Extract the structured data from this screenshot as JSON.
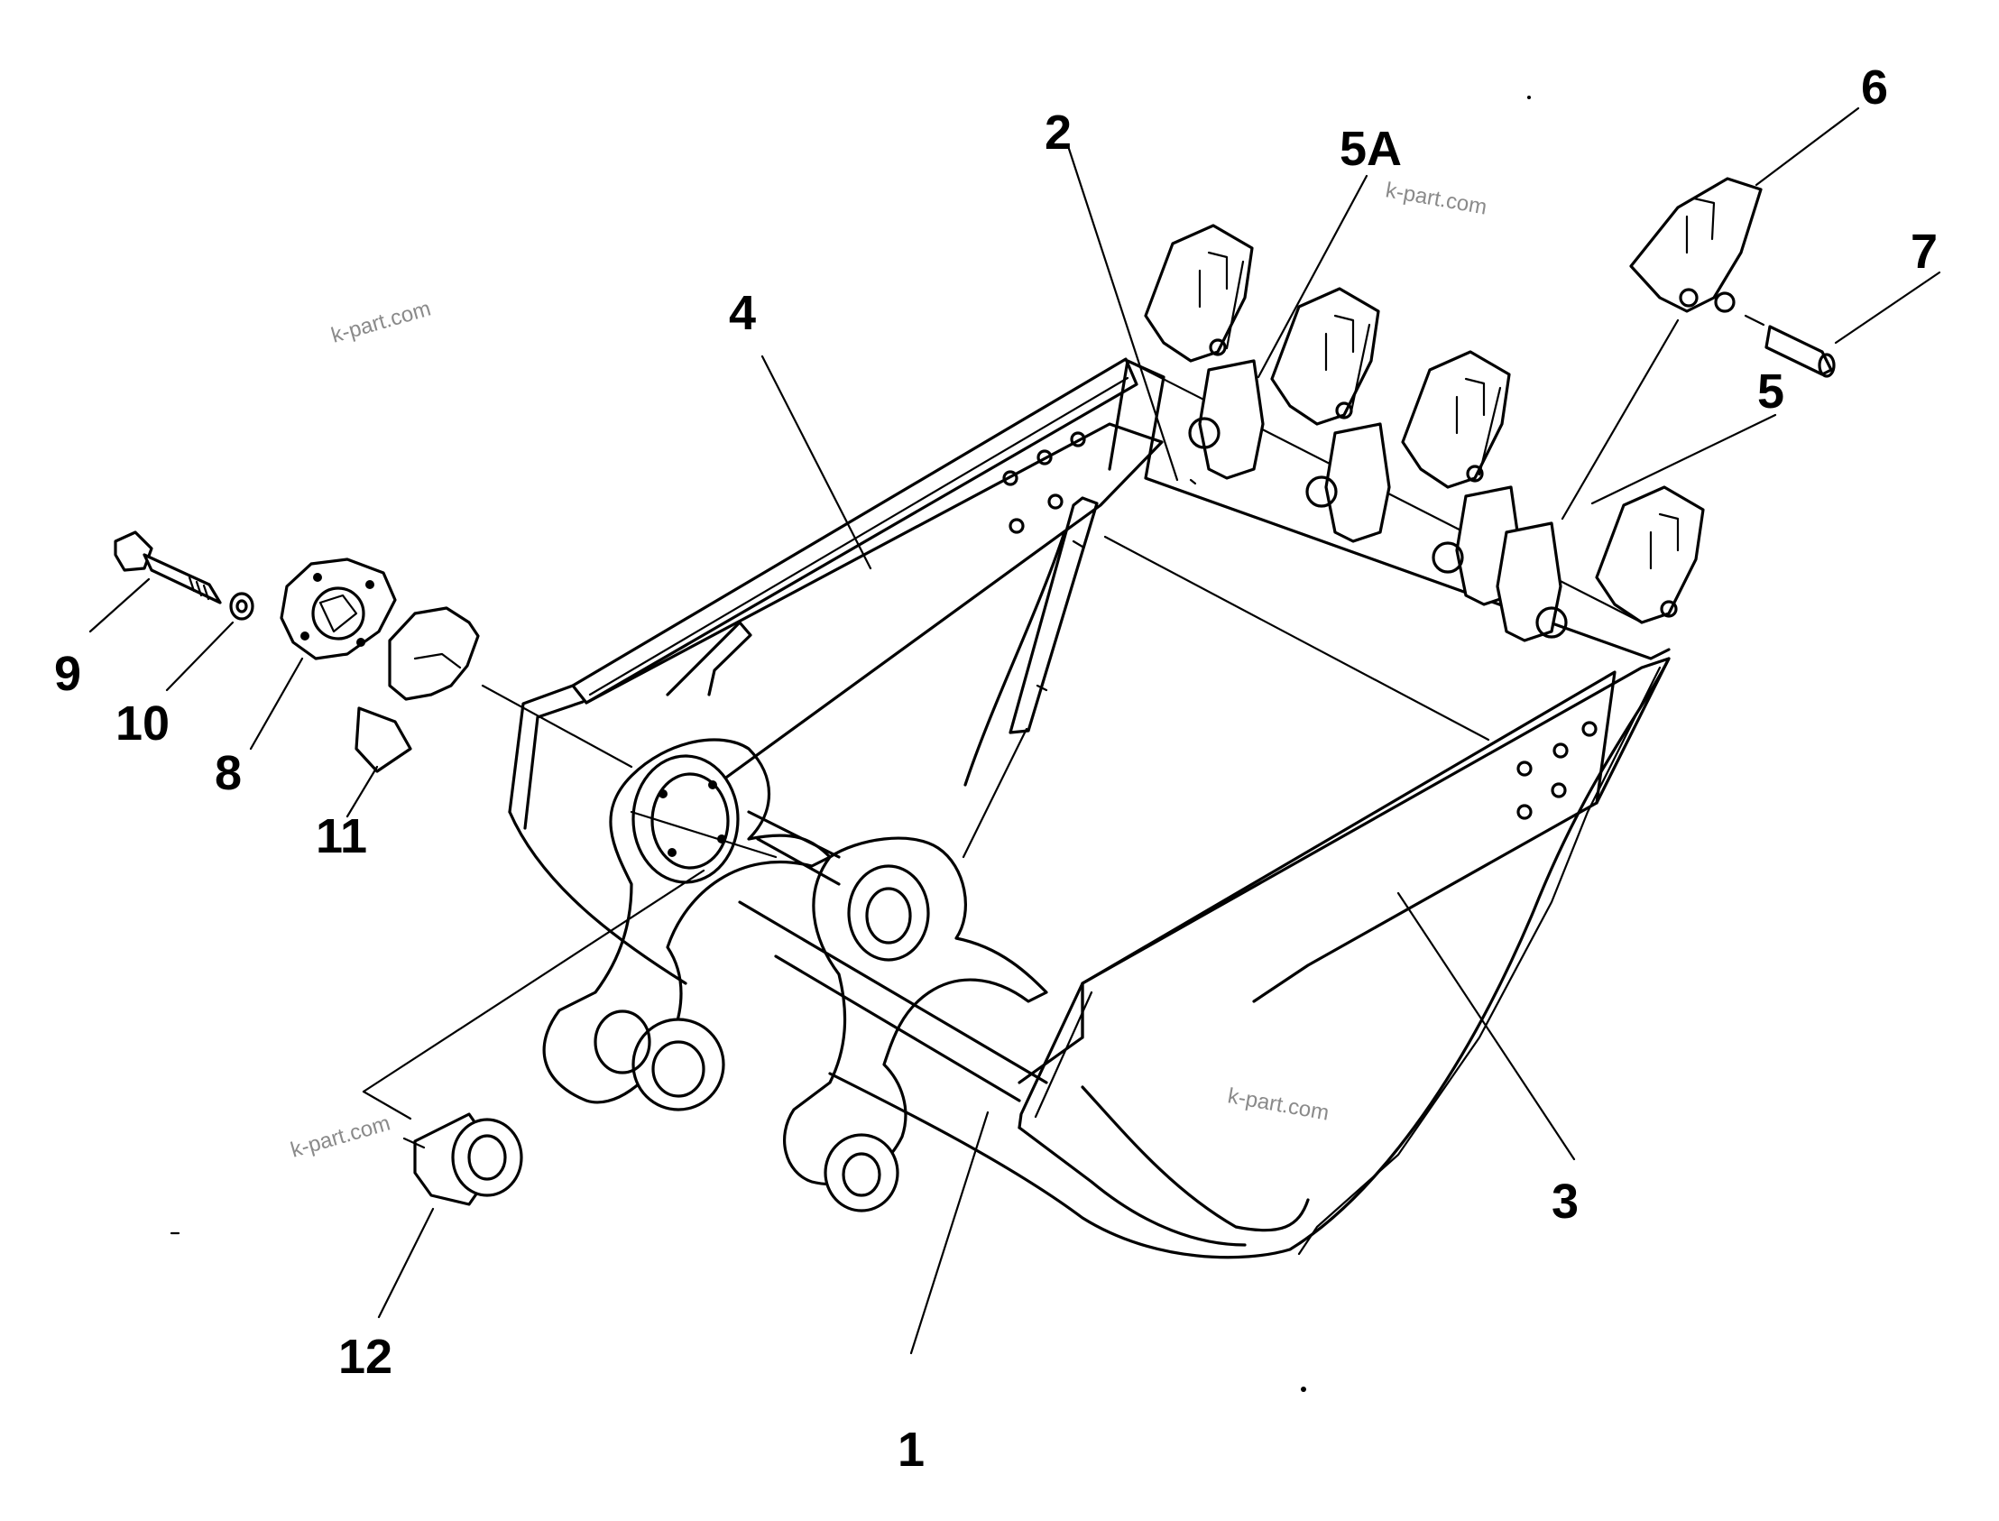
{
  "diagram": {
    "callouts": [
      {
        "id": "part-1",
        "label": "1"
      },
      {
        "id": "part-2",
        "label": "2"
      },
      {
        "id": "part-3",
        "label": "3"
      },
      {
        "id": "part-4",
        "label": "4"
      },
      {
        "id": "part-5",
        "label": "5"
      },
      {
        "id": "part-5a",
        "label": "5A"
      },
      {
        "id": "part-6",
        "label": "6"
      },
      {
        "id": "part-7",
        "label": "7"
      },
      {
        "id": "part-8",
        "label": "8"
      },
      {
        "id": "part-9",
        "label": "9"
      },
      {
        "id": "part-10",
        "label": "10"
      },
      {
        "id": "part-11",
        "label": "11"
      },
      {
        "id": "part-12",
        "label": "12"
      }
    ],
    "watermarks": [
      "k-part.com",
      "k-part.com",
      "k-part.com",
      "k-part.com"
    ]
  }
}
